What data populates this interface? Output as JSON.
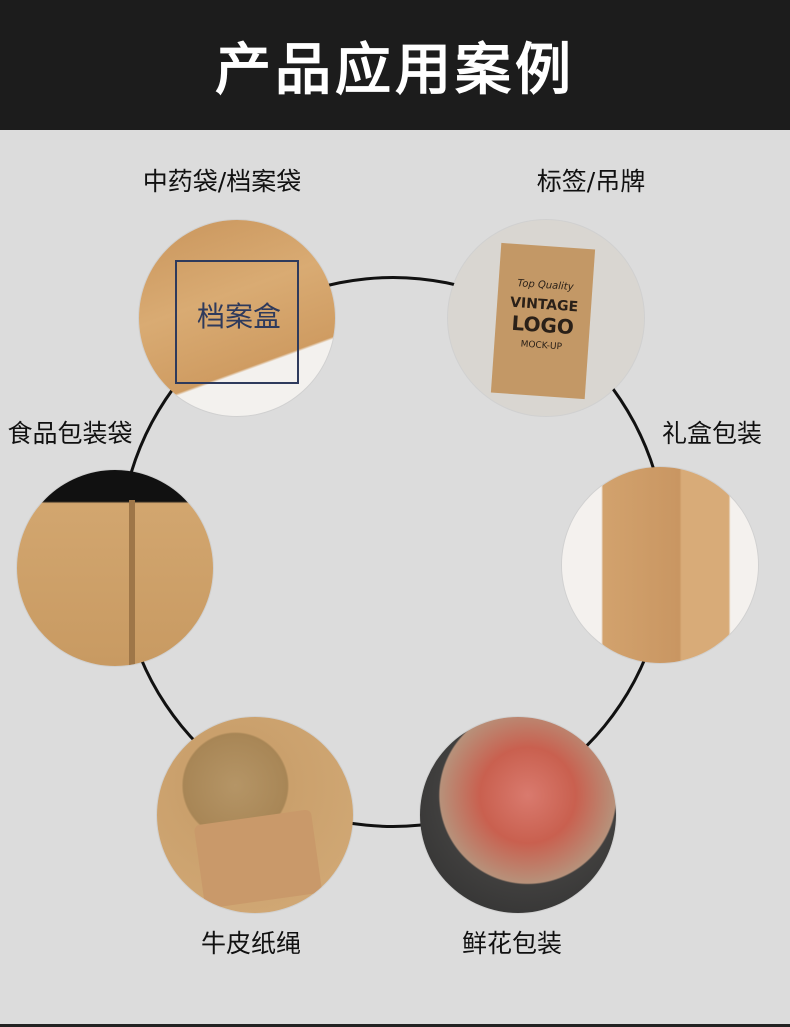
{
  "header": {
    "title": "产品应用案例"
  },
  "cases": [
    {
      "label": "中药袋/档案袋",
      "photo_text": "档案盒"
    },
    {
      "label": "标签/吊牌",
      "photo_text": {
        "top": "Top Quality",
        "line1": "VINTAGE",
        "line2": "LOGO",
        "line3": "MOCK-UP"
      }
    },
    {
      "label": "食品包装袋"
    },
    {
      "label": "礼盒包装"
    },
    {
      "label": "牛皮纸绳"
    },
    {
      "label": "鲜花包装"
    }
  ],
  "colors": {
    "header_bg": "#1c1c1c",
    "page_bg": "#dcdcdc",
    "kraft": "#c99662"
  }
}
